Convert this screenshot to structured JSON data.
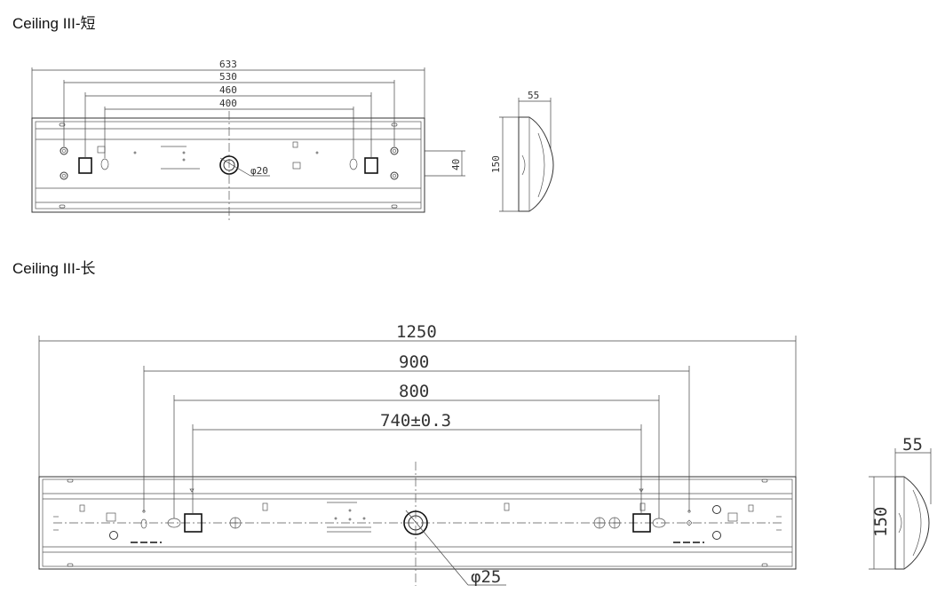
{
  "diagrams": [
    {
      "title": "Ceiling III-短",
      "front_dims": {
        "overall": "633",
        "d1": "530",
        "d2": "460",
        "d3": "400",
        "hole": "φ20",
        "side_offset": "40"
      },
      "side_dims": {
        "depth": "55",
        "height": "150"
      }
    },
    {
      "title": "Ceiling III-长",
      "front_dims": {
        "overall": "1250",
        "d1": "900",
        "d2": "800",
        "d3": "740±0.3",
        "hole": "φ25"
      },
      "side_dims": {
        "depth": "55",
        "height": "150"
      }
    }
  ]
}
